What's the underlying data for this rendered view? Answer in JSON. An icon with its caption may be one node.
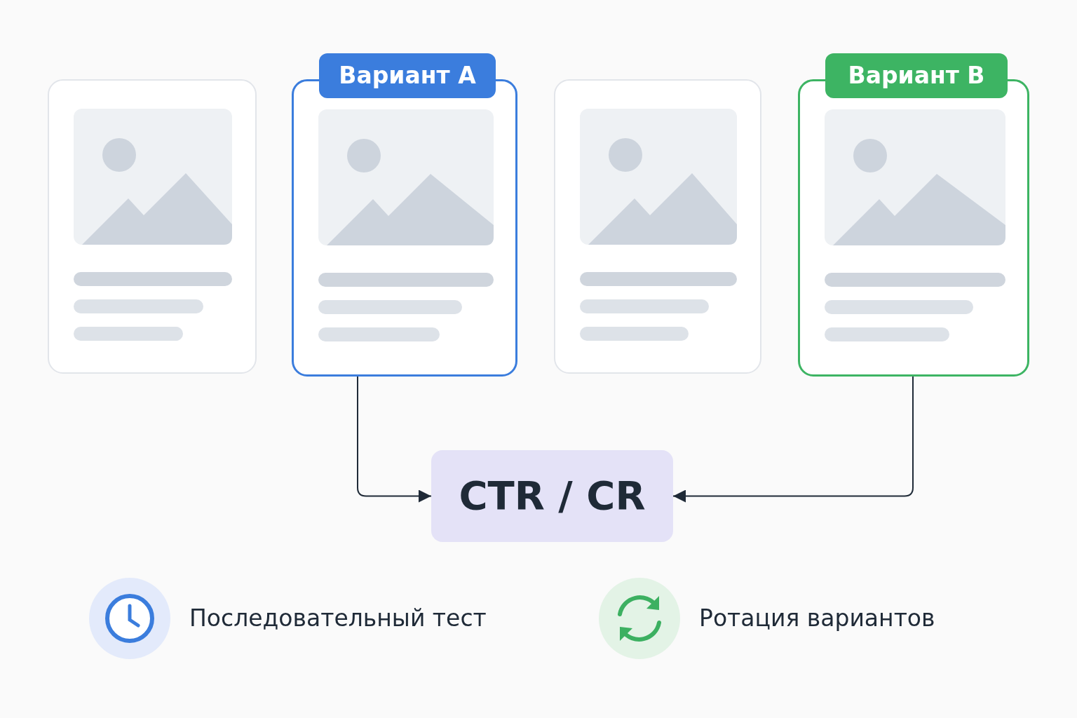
{
  "diagram": {
    "nodes": [
      {
        "text": [],
        "shape": "box"
      },
      {
        "text": [
          "Вариант A"
        ]
      },
      {
        "text": [],
        "shape": "box"
      },
      {
        "text": [
          "Вариант B"
        ]
      },
      {
        "text": [
          "CTR / CR"
        ]
      }
    ],
    "edges": [
      {
        "from": 1,
        "to": 4,
        "arrow": "to"
      },
      {
        "from": 3,
        "to": 4,
        "arrow": "to"
      }
    ],
    "labels": [
      "Последовательный тест",
      "Ротация вариантов"
    ]
  }
}
